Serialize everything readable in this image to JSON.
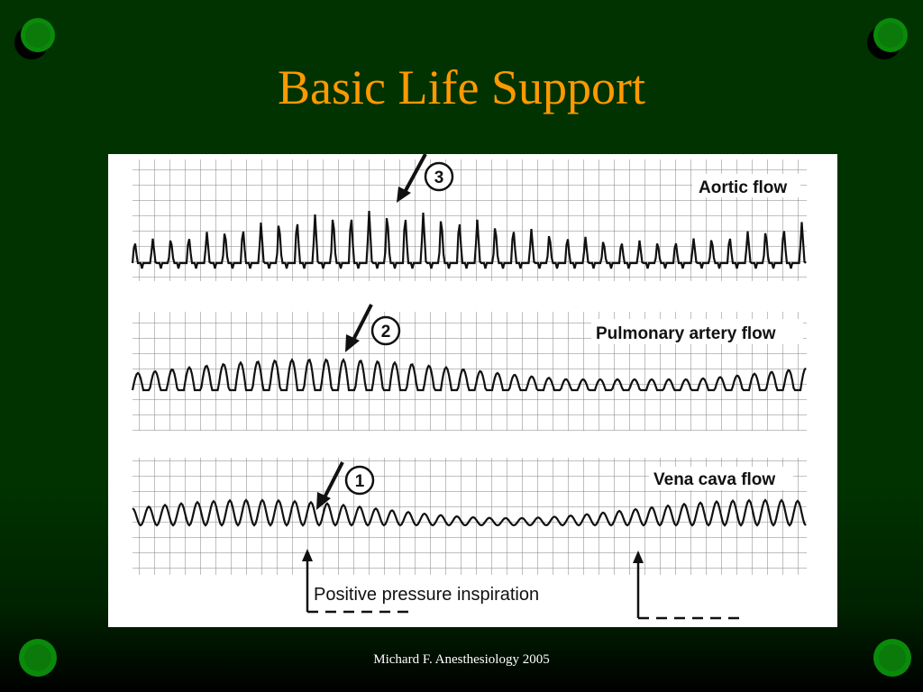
{
  "slide": {
    "title": "Basic Life Support",
    "footer": "Michard F.  Anesthesiology 2005"
  },
  "colors": {
    "background": "#003300",
    "title": "#FF9900",
    "bullet_ball": "#009900",
    "footer_text": "#FFFFFF"
  },
  "icons": [
    "green-ball-icon",
    "arrow-icon",
    "up-arrow-icon"
  ],
  "figure": {
    "traces": [
      {
        "label": "Aortic flow",
        "marker": "3"
      },
      {
        "label": "Pulmonary artery flow",
        "marker": "2"
      },
      {
        "label": "Vena cava flow",
        "marker": "1"
      }
    ],
    "annotation": "Positive pressure inspiration"
  }
}
